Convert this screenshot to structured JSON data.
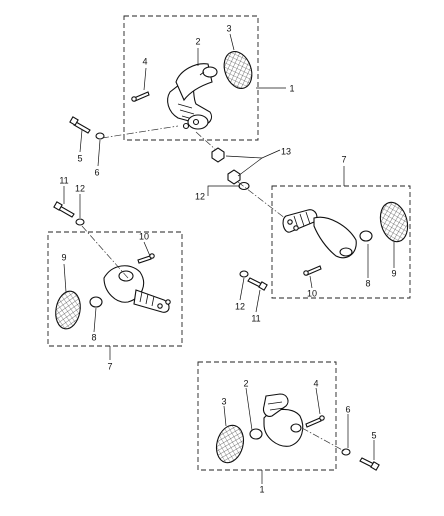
{
  "callouts": {
    "a_1": "1",
    "a_2": "2",
    "a_3": "3",
    "a_4": "4",
    "a_5": "5",
    "a_6": "6",
    "b_7": "7",
    "b_8": "8",
    "b_9": "9",
    "b_10": "10",
    "b_11": "11",
    "b_12": "12",
    "c_7": "7",
    "c_8": "8",
    "c_9": "9",
    "c_10": "10",
    "c_11": "11",
    "c_12": "12",
    "c_13": "13",
    "d_1": "1",
    "d_2": "2",
    "d_3": "3",
    "d_4": "4",
    "d_5": "5",
    "d_6": "6"
  }
}
